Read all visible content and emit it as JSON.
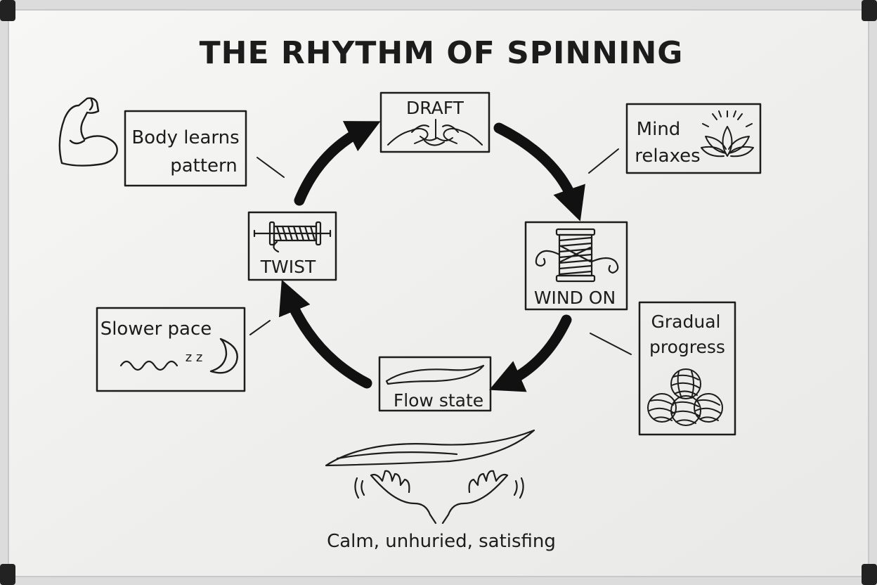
{
  "title": "THE RHYTHM OF SPINNING",
  "cycle": {
    "draft": "DRAFT",
    "wind_on": "WIND ON",
    "flow_state": "Flow state",
    "twist": "TWIST"
  },
  "notes": {
    "body_line1": "Body learns",
    "body_line2": "pattern",
    "mind_line1": "Mind",
    "mind_line2": "relaxes",
    "slower": "Slower pace",
    "zzz": "z z",
    "gradual_line1": "Gradual",
    "gradual_line2": "progress"
  },
  "caption": "Calm, unhuried, satisfing",
  "icons": {
    "muscle": "flexed-arm-icon",
    "lotus": "lotus-icon",
    "spool": "thread-spool-icon",
    "bobbin": "bobbin-icon",
    "hands": "open-hands-icon",
    "moon": "crescent-moon-icon",
    "yarn": "yarn-balls-icon"
  },
  "colors": {
    "board": "#f2f2f0",
    "ink": "#1c1c1c",
    "frame": "#d9d9d9"
  }
}
